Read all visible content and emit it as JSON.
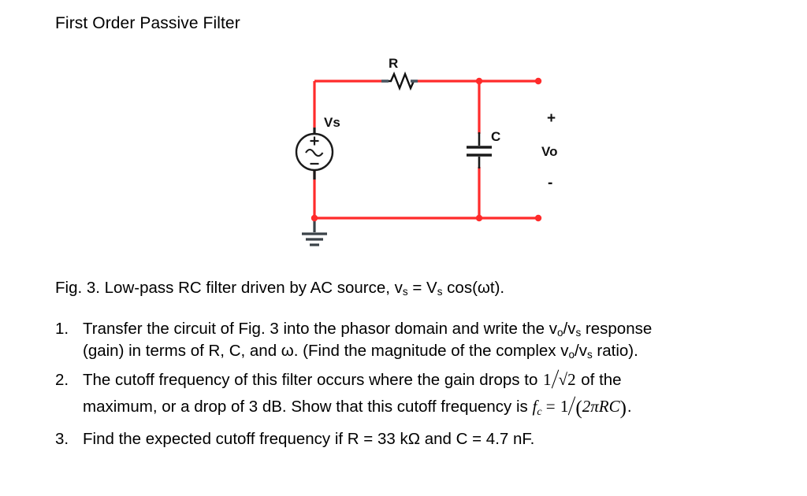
{
  "page": {
    "title": "First Order Passive Filter",
    "background_color": "#ffffff",
    "text_color": "#000000"
  },
  "circuit": {
    "wire_color": "#ff2b2b",
    "component_color": "#1a1a1a",
    "labels": {
      "resistor": "R",
      "source": "Vs",
      "capacitor": "C",
      "output": "Vo",
      "output_plus": "+",
      "output_minus": "-",
      "source_plus": "+",
      "source_minus": "−"
    },
    "symbols": {
      "ac_source": "ac-voltage-source",
      "resistor": "resistor-zigzag",
      "capacitor": "capacitor-plates",
      "ground": "ground-symbol",
      "node": "junction-dot",
      "terminal": "terminal-dot"
    }
  },
  "caption": {
    "prefix": "Fig. 3. Low-pass RC filter driven by AC source, v",
    "sub1": "s",
    "mid": " = V",
    "sub2": "s",
    "suffix": " cos(ωt)."
  },
  "questions": [
    {
      "number": "1.",
      "line1_a": "Transfer the circuit of Fig. 3 into the phasor domain and write the v",
      "line1_sub1": "o",
      "line1_b": "/v",
      "line1_sub2": "s",
      "line1_c": " response",
      "line2_a": "(gain) in terms of R, C, and ω. (Find the magnitude of the complex v",
      "line2_sub1": "o",
      "line2_b": "/v",
      "line2_sub2": "s",
      "line2_c": " ratio)."
    },
    {
      "number": "2.",
      "line1_a": "The cutoff frequency of this filter occurs where the gain drops to ",
      "frac1_num": "1",
      "frac1_radical": "√2",
      "line1_b": " of the",
      "line2_a": "maximum, or a drop of 3 dB. Show that this cutoff frequency is ",
      "formula_f": "f",
      "formula_sub": "c",
      "formula_eq": " = ",
      "frac2_num": "1",
      "frac2_open": "(",
      "frac2_den": "2πRC",
      "frac2_close": ")",
      "line2_b": "."
    },
    {
      "number": "3.",
      "line1": "Find the expected cutoff frequency if R = 33 kΩ and C = 4.7 nF."
    }
  ]
}
